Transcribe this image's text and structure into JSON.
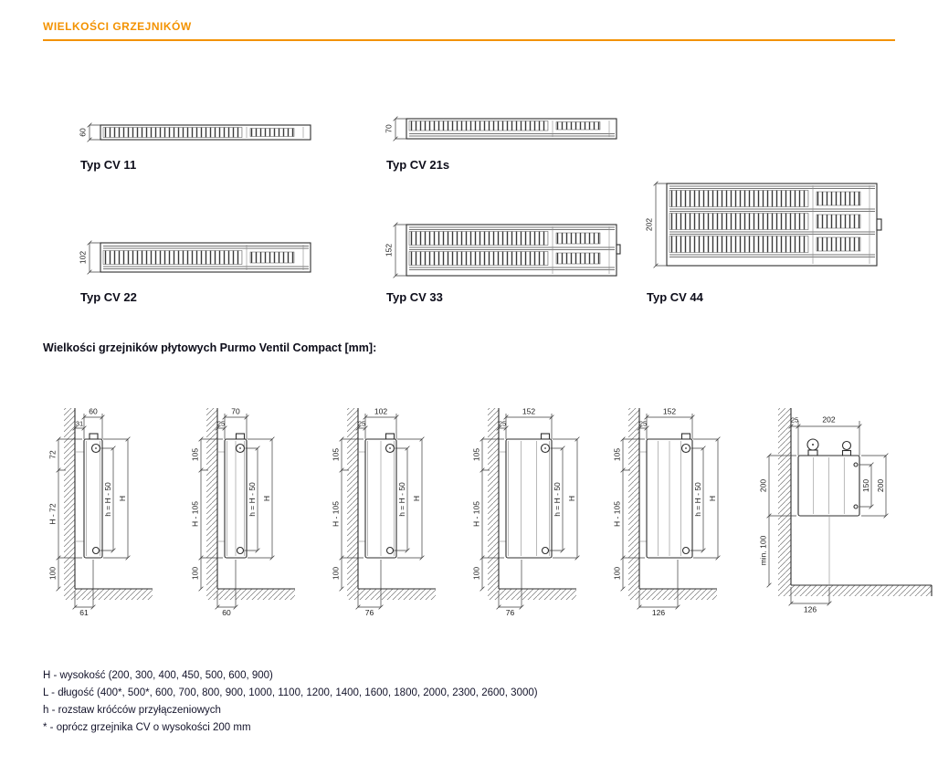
{
  "page": {
    "title": "WIELKOŚCI GRZEJNIKÓW",
    "subtitle": "Wielkości grzejników płytowych Purmo Ventil Compact [mm]:",
    "accent_color": "#F39200"
  },
  "top_views": [
    {
      "label": "Typ CV 11",
      "depth": "60"
    },
    {
      "label": "Typ CV 21s",
      "depth": "70"
    },
    {
      "label": "Typ CV 22",
      "depth": "102"
    },
    {
      "label": "Typ CV 33",
      "depth": "152"
    },
    {
      "label": "Typ CV 44",
      "depth": "202"
    }
  ],
  "side_views": [
    {
      "top_width": "60",
      "wall_gap": "31",
      "upper": "72",
      "middle": "H - 72",
      "lower": "100",
      "conn": "h = H - 50",
      "height": "H",
      "bottom_width": "61"
    },
    {
      "top_width": "70",
      "wall_gap": "25",
      "upper": "105",
      "middle": "H - 105",
      "lower": "100",
      "conn": "h = H - 50",
      "height": "H",
      "bottom_width": "60"
    },
    {
      "top_width": "102",
      "wall_gap": "25",
      "upper": "105",
      "middle": "H - 105",
      "lower": "100",
      "conn": "h = H - 50",
      "height": "H",
      "bottom_width": "76"
    },
    {
      "top_width": "152",
      "wall_gap": "25",
      "upper": "105",
      "middle": "H - 105",
      "lower": "100",
      "conn": "h = H - 50",
      "height": "H",
      "bottom_width": "76"
    },
    {
      "top_width": "152",
      "wall_gap": "25",
      "upper": "105",
      "middle": "H - 105",
      "lower": "100",
      "conn": "h = H - 50",
      "height": "H",
      "bottom_width": "126"
    }
  ],
  "detail_view": {
    "top_width": "202",
    "wall_gap": "25",
    "height_left": "200",
    "clearance": "min. 100",
    "conn": "150",
    "height_right": "200",
    "bottom_width": "126"
  },
  "notes": [
    "H - wysokość (200, 300, 400, 450, 500, 600, 900)",
    "L - długość (400*, 500*, 600, 700, 800, 900, 1000, 1100, 1200, 1400, 1600, 1800, 2000, 2300, 2600, 3000)",
    "h - rozstaw króćców przyłączeniowych",
    "* - oprócz grzejnika CV o wysokości 200 mm"
  ]
}
